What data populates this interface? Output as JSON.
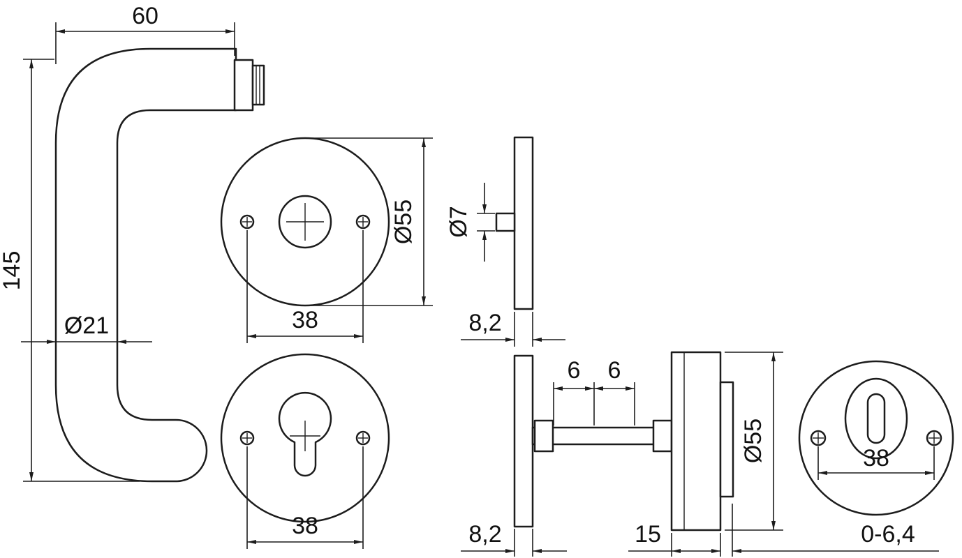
{
  "colors": {
    "background": "#ffffff",
    "line": "#1c1c1c",
    "text": "#111111"
  },
  "labels": {
    "handle_length": "60",
    "handle_height": "145",
    "grip_diameter": "Ø21",
    "rosette_diameter": "Ø55",
    "rosette_screw_spacing": "38",
    "cylinder_rosette_screw_spacing": "38",
    "spindle_diameter": "Ø7",
    "rosette_thickness": "8,2",
    "cylinder_rosette_thickness": "8,2",
    "spindle_offset_left": "6",
    "spindle_offset_right": "6",
    "mount_depth": "15",
    "security_rosette_diameter": "Ø55",
    "escutcheon_screw_spacing": "38",
    "adjustment_range": "0-6,4"
  }
}
